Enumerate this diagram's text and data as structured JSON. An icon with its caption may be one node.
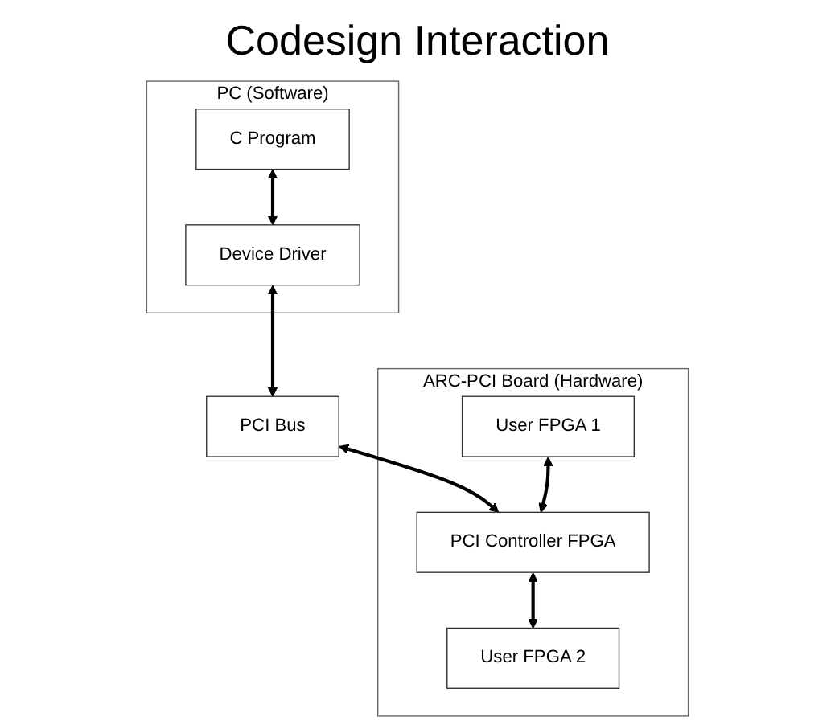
{
  "diagram": {
    "title": "Codesign Interaction",
    "nodes": [
      {
        "text": [
          "PC (Software)"
        ]
      },
      {
        "text": [
          "C Program"
        ],
        "in": 0
      },
      {
        "text": [
          "Device Driver"
        ],
        "in": 0
      },
      {
        "text": [
          "PCI Bus"
        ]
      },
      {
        "text": [
          "ARC-PCI Board (Hardware)"
        ]
      },
      {
        "text": [
          "User FPGA 1"
        ],
        "in": 4
      },
      {
        "text": [
          "PCI Controller FPGA"
        ],
        "in": 4
      },
      {
        "text": [
          "User FPGA 2"
        ],
        "in": 4
      }
    ],
    "edges": [
      {
        "from": 1,
        "to": 2,
        "arrow": "both"
      },
      {
        "from": 2,
        "to": 3,
        "arrow": "both"
      },
      {
        "from": 3,
        "to": 6,
        "arrow": "both"
      },
      {
        "from": 5,
        "to": 6,
        "arrow": "both"
      },
      {
        "from": 6,
        "to": 7,
        "arrow": "both"
      }
    ]
  }
}
